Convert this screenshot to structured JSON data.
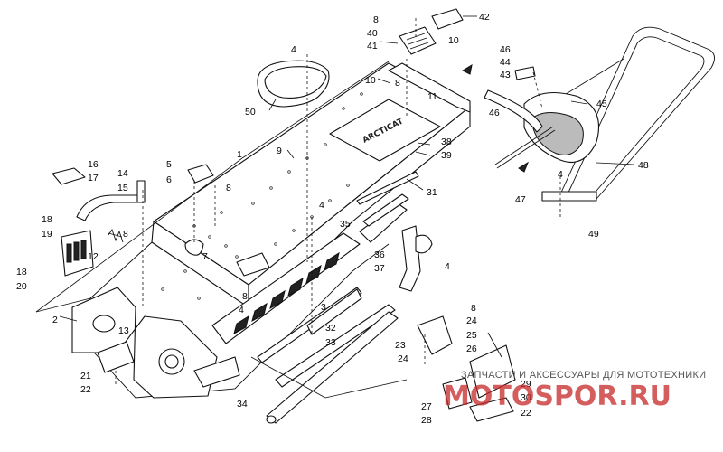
{
  "diagram": {
    "callouts": [
      "1",
      "2",
      "3",
      "4",
      "4",
      "4",
      "4",
      "4",
      "5",
      "6",
      "7",
      "8",
      "8",
      "8",
      "8",
      "8",
      "8",
      "9",
      "10",
      "10",
      "11",
      "12",
      "13",
      "14",
      "15",
      "16",
      "17",
      "18",
      "18",
      "19",
      "20",
      "21",
      "22",
      "22",
      "23",
      "24",
      "24",
      "25",
      "26",
      "27",
      "28",
      "29",
      "30",
      "31",
      "32",
      "33",
      "34",
      "35",
      "36",
      "37",
      "38",
      "39",
      "40",
      "41",
      "42",
      "43",
      "44",
      "45",
      "46",
      "46",
      "47",
      "48",
      "49",
      "50"
    ],
    "part_numbers": {
      "p1": "1",
      "p2": "2",
      "p3": "3",
      "p4a": "4",
      "p4b": "4",
      "p4c": "4",
      "p4d": "4",
      "p4e": "4",
      "p5": "5",
      "p6": "6",
      "p7": "7",
      "p8a": "8",
      "p8b": "8",
      "p8c": "8",
      "p8d": "8",
      "p8e": "8",
      "p8f": "8",
      "p9": "9",
      "p10a": "10",
      "p10b": "10",
      "p11": "11",
      "p12": "12",
      "p13": "13",
      "p14": "14",
      "p15": "15",
      "p16": "16",
      "p17": "17",
      "p18a": "18",
      "p18b": "18",
      "p19": "19",
      "p20": "20",
      "p21": "21",
      "p22a": "22",
      "p22b": "22",
      "p23": "23",
      "p24a": "24",
      "p24b": "24",
      "p25": "25",
      "p26": "26",
      "p27": "27",
      "p28": "28",
      "p29": "29",
      "p30": "30",
      "p31": "31",
      "p32": "32",
      "p33": "33",
      "p34": "34",
      "p35": "35",
      "p36": "36",
      "p37": "37",
      "p38": "38",
      "p39": "39",
      "p40": "40",
      "p41": "41",
      "p42": "42",
      "p43": "43",
      "p44": "44",
      "p45": "45",
      "p46a": "46",
      "p46b": "46",
      "p47": "47",
      "p48": "48",
      "p49": "49",
      "p50": "50"
    },
    "tunnel_decal": "ARCTICAT"
  },
  "watermark": {
    "tagline": "ЗАПЧАСТИ И АКСЕССУАРЫ ДЛЯ МОТОТЕХНИКИ",
    "logo": "MOTOSPOR.RU",
    "logo_color": "#c62828"
  }
}
